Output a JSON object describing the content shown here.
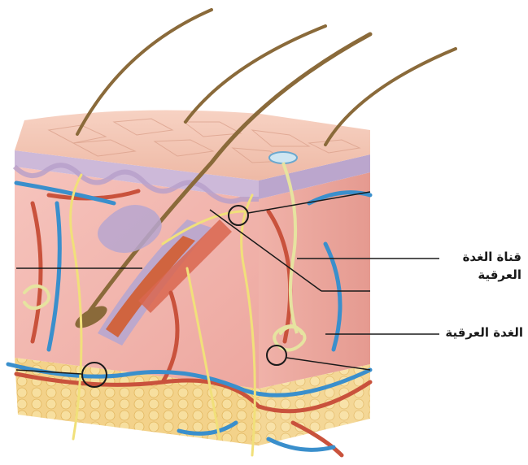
{
  "labels": {
    "sweat_duct_line1": "قناة الغدة",
    "sweat_duct_line2": "العرقية",
    "sweat_gland": "الغدة العرقية"
  },
  "colors": {
    "epidermis_surface": "#f2c2b0",
    "epidermis_purple": "#c9b6d6",
    "dermis": "#f2b8b0",
    "fat": "#f3d28a",
    "vein": "#3a8fcc",
    "artery": "#c9523c",
    "nerve": "#f1e07a",
    "hair": "#8a6a3a"
  }
}
